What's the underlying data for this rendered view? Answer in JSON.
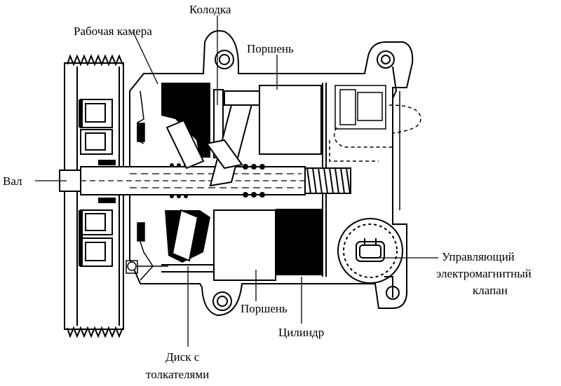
{
  "labels": {
    "kolodka": "Колодка",
    "rabochaya_kamera": "Рабочая камера",
    "porshen_top": "Поршень",
    "val": "Вал",
    "upravl_line1": "Управляющий",
    "upravl_line2": "электромагнитный",
    "upravl_line3": "клапан",
    "porshen_bottom": "Поршень",
    "cilindr": "Цилиндр",
    "disk_line1": "Диск с",
    "disk_line2": "толкателями"
  }
}
